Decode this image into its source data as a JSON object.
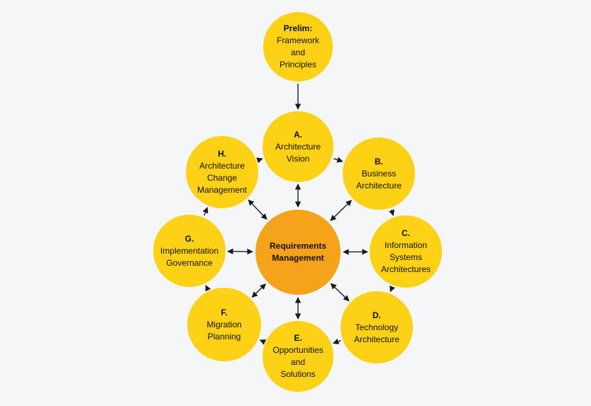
{
  "colors": {
    "background": "#f4f6f7",
    "phase_fill": "#fcd116",
    "center_fill": "#f5a31a",
    "arrow": "#1a1a1a"
  },
  "nodes": {
    "prelim": {
      "code": "Prelim:",
      "lines": [
        "Framework",
        "and",
        "Principles"
      ]
    },
    "a": {
      "code": "A.",
      "lines": [
        "Architecture",
        "Vision"
      ]
    },
    "b": {
      "code": "B.",
      "lines": [
        "Business",
        "Architecture"
      ]
    },
    "c": {
      "code": "C.",
      "lines": [
        "Information",
        "Systems",
        "Architectures"
      ]
    },
    "d": {
      "code": "D.",
      "lines": [
        "Technology",
        "Architecture"
      ]
    },
    "e": {
      "code": "E.",
      "lines": [
        "Opportunities",
        "and",
        "Solutions"
      ]
    },
    "f": {
      "code": "F.",
      "lines": [
        "Migration",
        "Planning"
      ]
    },
    "g": {
      "code": "G.",
      "lines": [
        "Implementation",
        "Governance"
      ]
    },
    "h": {
      "code": "H.",
      "lines": [
        "Architecture",
        "Change",
        "Management"
      ]
    },
    "center": {
      "lines": [
        "Requirements",
        "Management"
      ]
    }
  },
  "connections": {
    "flow": [
      [
        "prelim",
        "a"
      ],
      [
        "a",
        "b"
      ],
      [
        "b",
        "c"
      ],
      [
        "c",
        "d"
      ],
      [
        "d",
        "e"
      ],
      [
        "e",
        "f"
      ],
      [
        "f",
        "g"
      ],
      [
        "g",
        "h"
      ],
      [
        "h",
        "a"
      ]
    ],
    "bidirectional": [
      [
        "center",
        "a"
      ],
      [
        "center",
        "b"
      ],
      [
        "center",
        "c"
      ],
      [
        "center",
        "d"
      ],
      [
        "center",
        "e"
      ],
      [
        "center",
        "f"
      ],
      [
        "center",
        "g"
      ],
      [
        "center",
        "h"
      ]
    ]
  }
}
